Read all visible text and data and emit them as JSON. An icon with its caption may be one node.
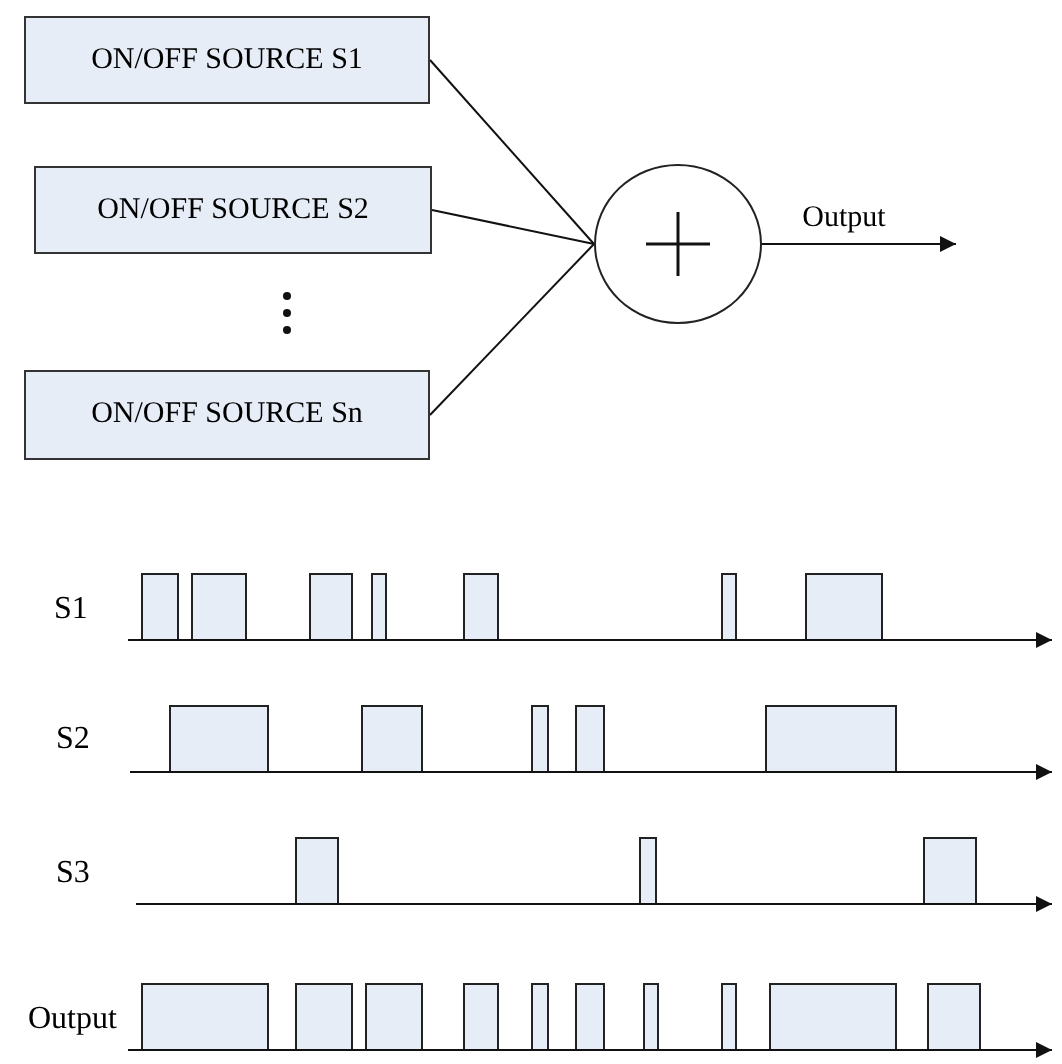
{
  "diagram": {
    "nodes": [
      {
        "text": [
          "ON/OFF SOURCE S1"
        ]
      },
      {
        "text": [
          "ON/OFF SOURCE S2"
        ]
      },
      {
        "text": [
          "ON/OFF SOURCE Sn"
        ]
      },
      {
        "text": [],
        "shape": "circle"
      }
    ],
    "edges": [
      {
        "from": 0,
        "to": 3,
        "arrow": "none"
      },
      {
        "from": 1,
        "to": 3,
        "arrow": "none"
      },
      {
        "from": 2,
        "to": 3,
        "arrow": "none"
      },
      {
        "from": 3,
        "to": null,
        "arrow": "to",
        "label": "Output"
      }
    ],
    "labels": [
      "S1",
      "S2",
      "S3",
      "Output"
    ]
  }
}
